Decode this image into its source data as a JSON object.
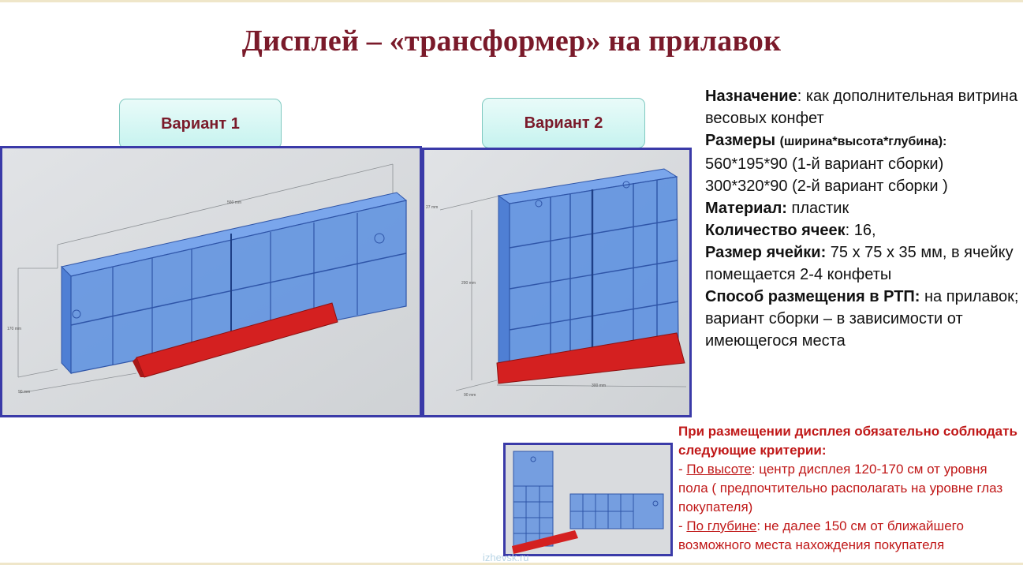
{
  "title": "Дисплей – «трансформер»  на прилавок",
  "variants": [
    {
      "label": "Вариант 1"
    },
    {
      "label": "Вариант 2"
    }
  ],
  "dimension_labels": {
    "v1_width": "560 mm",
    "v1_height": "170 mm",
    "v1_depth": "90 mm",
    "v2_top": "27 mm",
    "v2_height": "290 mm",
    "v2_depth": "90 mm",
    "v2_width": "300 mm"
  },
  "description": {
    "purpose_label": "Назначение",
    "purpose_text": ": как дополнительная витрина весовых конфет",
    "size_label": "Размеры",
    "size_hint": "(ширина*высота*глубина):",
    "size_line1": "560*195*90 (1-й вариант сборки)",
    "size_line2": "300*320*90 (2-й вариант сборки )",
    "material_label": "Материал:",
    "material_text": " пластик",
    "cells_label": "Количество ячеек",
    "cells_text": ": 16,",
    "cell_size_label": "Размер ячейки:",
    "cell_size_text": " 75 х 75 х 35 мм, в ячейку помещается 2-4 конфеты",
    "placement_label": "Способ размещения  в РТП:",
    "placement_text": " на прилавок; вариант сборки – в зависимости от имеющегося места"
  },
  "criteria": {
    "heading": "При размещении дисплея обязательно соблюдать следующие критерии:",
    "item1_prefix": "- ",
    "item1_label": "По высоте",
    "item1_text": ": центр дисплея 120-170 см от уровня пола ( предпочтительно располагать на уровне глаз покупателя)",
    "item2_prefix": "- ",
    "item2_label": "По глубине",
    "item2_text": ": не далее 150 см от ближайшего возможного места нахождения покупателя"
  },
  "watermark": "izhevsk.ru",
  "colors": {
    "title": "#7a1a2a",
    "frame": "#3a3aa8",
    "box_blue": "#5b8fe0",
    "base_red": "#d42020",
    "criteria_red": "#c01818",
    "tab_fill": "#c6f3ef"
  }
}
